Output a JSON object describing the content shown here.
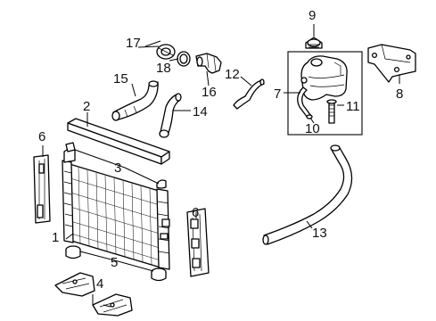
{
  "diagram": {
    "callouts": {
      "c1": "1",
      "c2": "2",
      "c3": "3",
      "c4": "4",
      "c5": "5",
      "c6a": "6",
      "c6b": "6",
      "c7": "7",
      "c8": "8",
      "c9": "9",
      "c10": "10",
      "c11": "11",
      "c12": "12",
      "c13": "13",
      "c14": "14",
      "c15": "15",
      "c16": "16",
      "c17": "17",
      "c18": "18"
    }
  }
}
